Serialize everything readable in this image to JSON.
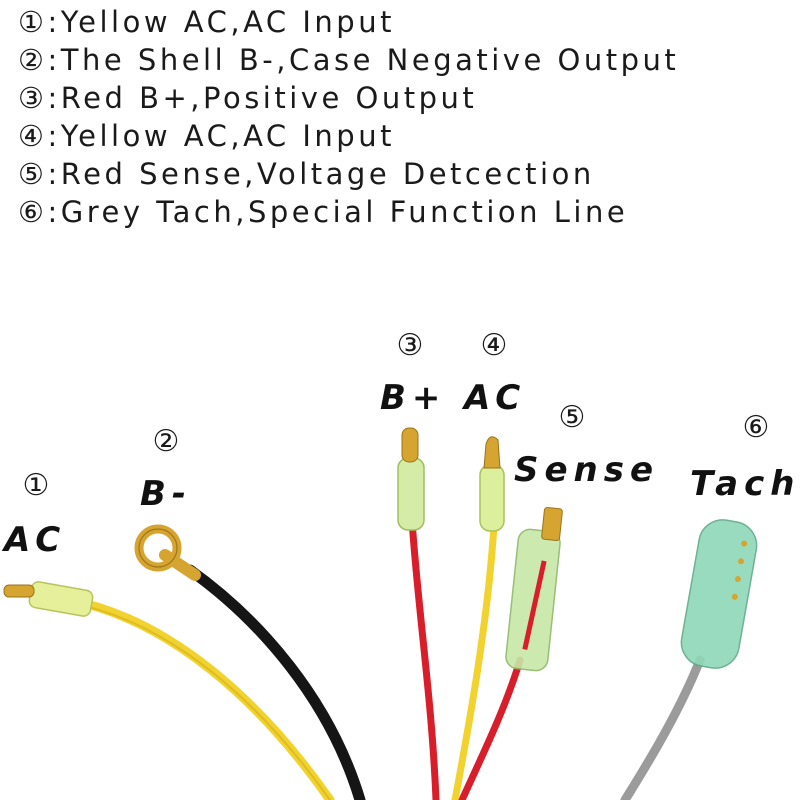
{
  "legend": [
    ":Yellow AC,AC Input",
    ":The Shell B-,Case Negative Output",
    ":Red B+,Positive Output",
    ":Yellow AC,AC Input",
    ":Red Sense,Voltage Detcection",
    ":Grey Tach,Special Function Line"
  ],
  "markers": [
    "①",
    "②",
    "③",
    "④",
    "⑤",
    "⑥"
  ],
  "labels": {
    "ac1": "AC",
    "bminus": "B-",
    "bplus": "B+",
    "ac4": "AC",
    "sense": "Sense",
    "tach": "Tach"
  },
  "colors": {
    "yellow_wire": "#f2d22e",
    "black_wire": "#151515",
    "red_wire": "#d81e2b",
    "grey_wire": "#9b9b9b",
    "brass": "#d6a431",
    "insulator_clear": "#c7e8a8",
    "insulator_green": "#8fd8b8"
  }
}
